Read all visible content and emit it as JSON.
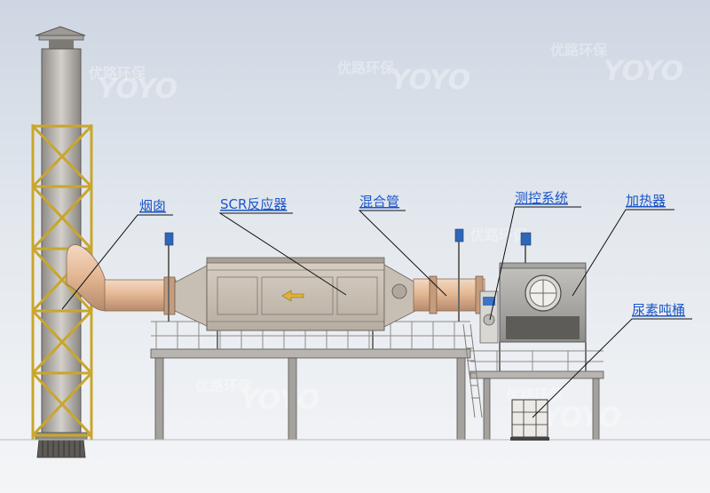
{
  "labels": {
    "chimney": "烟囱",
    "scr_reactor": "SCR反应器",
    "mixing_pipe": "混合管",
    "control_system": "测控系统",
    "heater": "加热器",
    "urea_tank": "尿素吨桶"
  },
  "watermark": {
    "company_cn": "优路环保",
    "brand": "YOYO"
  },
  "colors": {
    "label_text": "#1a55c8",
    "leader_line": "#111111",
    "structure_yellow": "#e6c33a",
    "duct_tan": "#e1b493"
  }
}
